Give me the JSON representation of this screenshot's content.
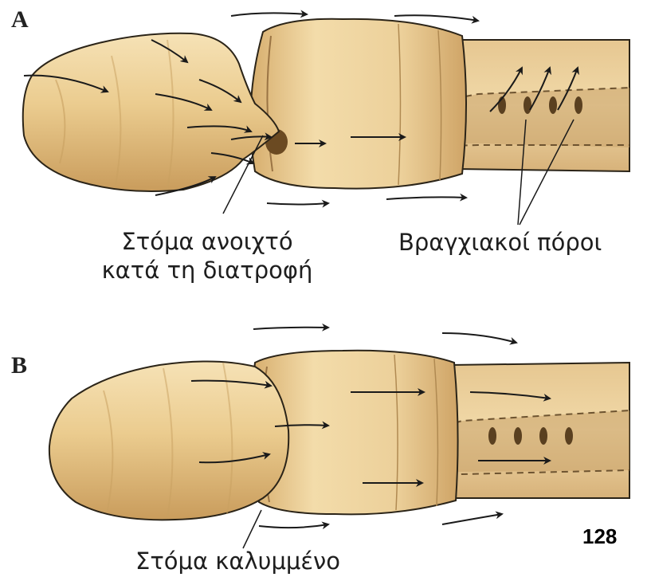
{
  "panel_a": {
    "letter": "A",
    "mouth_label_line1": "Στόμα ανοιχτό",
    "mouth_label_line2": "κατά τη διατροφή",
    "gill_label": "Βραγχιακοί πόροι"
  },
  "panel_b": {
    "letter": "B",
    "mouth_label": "Στόμα καλυμμένο"
  },
  "page_number": "128",
  "colors": {
    "body_fill": "#e9c98b",
    "body_light": "#f3dcaa",
    "body_shadow": "#c9a063",
    "pharynx": "#c9a36a",
    "outline": "#2b2418",
    "arrow": "#1a1a1a"
  }
}
